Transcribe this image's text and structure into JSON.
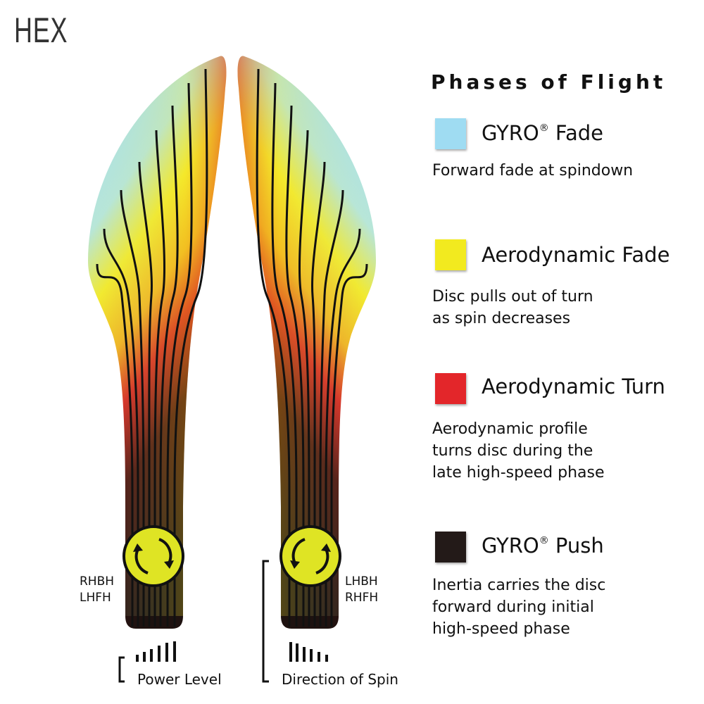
{
  "brand": "HEX",
  "legend": {
    "title": "Phases of Flight",
    "items": [
      {
        "name": "GYRO",
        "mark": "®",
        "suffix": " Fade",
        "color": "#9fdcf2",
        "desc": [
          "Forward fade at spindown"
        ]
      },
      {
        "name": "Aerodynamic Fade",
        "mark": "",
        "suffix": "",
        "color": "#f2ea1f",
        "desc": [
          "Disc pulls out of turn",
          "as spin decreases"
        ]
      },
      {
        "name": "Aerodynamic Turn",
        "mark": "",
        "suffix": "",
        "color": "#e3262a",
        "desc": [
          "Aerodynamic profile",
          "turns disc during the",
          "late high-speed phase"
        ]
      },
      {
        "name": "GYRO",
        "mark": "®",
        "suffix": " Push",
        "color": "#231a18",
        "desc": [
          "Inertia carries the disc",
          "forward during initial",
          "high-speed phase"
        ]
      }
    ]
  },
  "left_flight": {
    "throws": [
      "RHBH",
      "LHFH"
    ]
  },
  "right_flight": {
    "throws": [
      "LHBH",
      "RHFH"
    ]
  },
  "captions": {
    "power": "Power Level",
    "spin": "Direction of Spin"
  }
}
